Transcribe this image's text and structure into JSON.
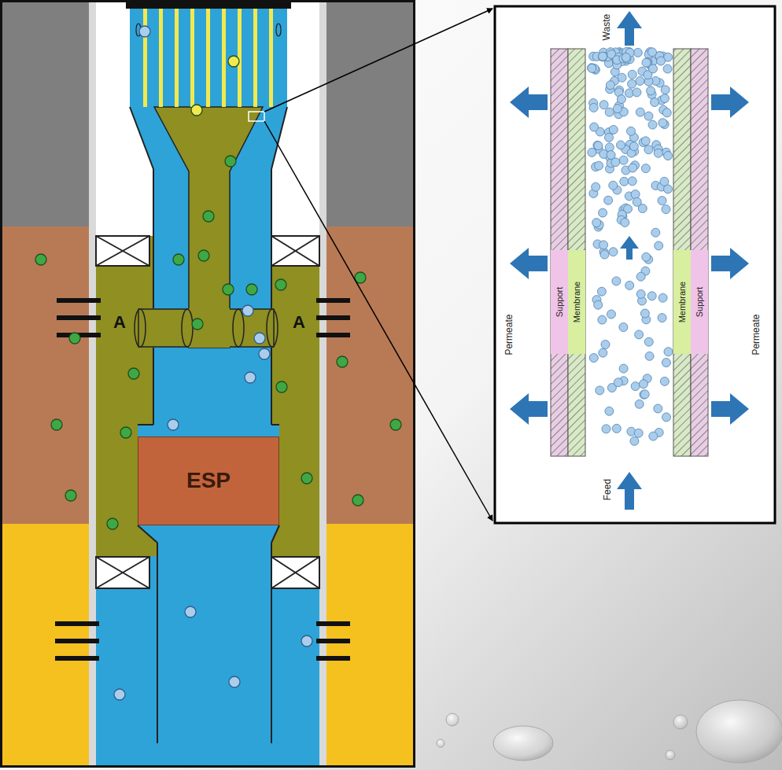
{
  "diagram": {
    "nodes": [
      {
        "text": [
          "ESP"
        ]
      },
      {
        "text": [
          "Support"
        ]
      },
      {
        "text": [
          "Membrane"
        ]
      },
      {
        "text": [
          "Membrane"
        ]
      },
      {
        "text": [
          "Support"
        ]
      }
    ],
    "labels": [
      "A",
      "A",
      "Waste",
      "Permeate",
      "Permeate",
      "Feed"
    ]
  }
}
